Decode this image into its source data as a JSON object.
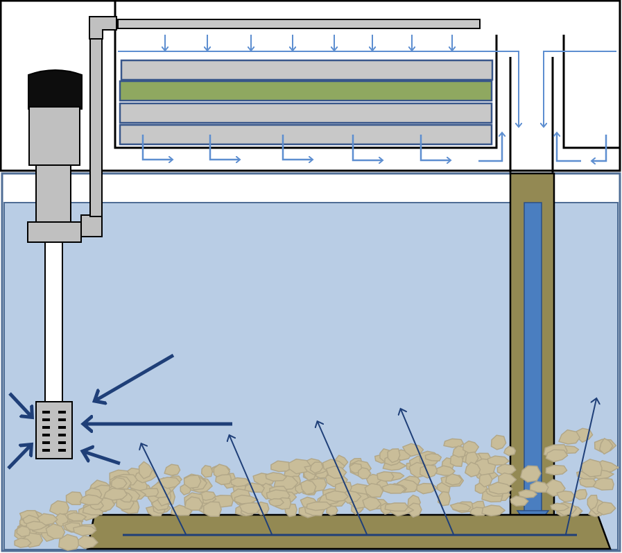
{
  "colors": {
    "background": "#ffffff",
    "outline": "#000000",
    "water": "#b9cde5",
    "tank_edge": "#4f6d95",
    "filter_tray": "#c8c8c8",
    "filter_tray_edge": "#38568a",
    "filter_media": "#8fa860",
    "drip_arrow": "#5d8ed0",
    "downflow_arrow": "#4a7ec0",
    "flow_arrow": "#1f3f78",
    "plenum": "#938953",
    "gravel": "#c9bd99",
    "gravel_edge": "#b2a788",
    "pump": "#c0c0c0",
    "pump_cap": "#0d0d0d"
  },
  "diagram": {
    "components": [
      {
        "name": "overflow-sump-box"
      },
      {
        "name": "spray-bar"
      },
      {
        "name": "filter-trays",
        "count": 4
      },
      {
        "name": "overflow-weir-chambers"
      },
      {
        "name": "standpipe-downflow"
      },
      {
        "name": "submersible-pump"
      },
      {
        "name": "pump-intake-strainer"
      },
      {
        "name": "return-pipe"
      },
      {
        "name": "gravel-bed"
      },
      {
        "name": "plenum-base"
      }
    ],
    "labels": []
  }
}
